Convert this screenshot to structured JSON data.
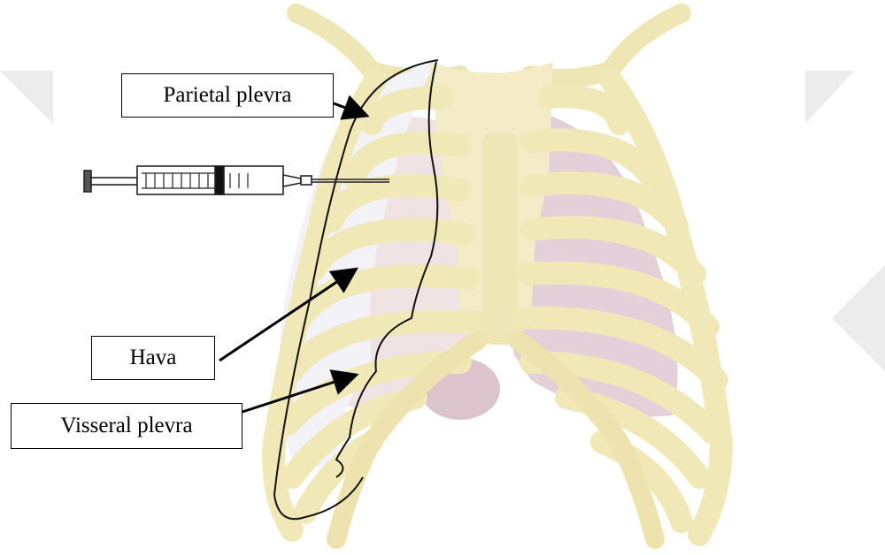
{
  "labels": {
    "parietal": "Parietal plevra",
    "hava": "Hava",
    "visseral": "Visseral plevra"
  },
  "colors": {
    "bone": "#f3ecbf",
    "bone_dark": "#eadfa6",
    "lung": "#e3d1d6",
    "air": "#f2f2f6",
    "line": "#111111",
    "watermark": "#e9e9e9"
  },
  "icons": [
    "syringe-icon",
    "ribcage-illustration"
  ]
}
